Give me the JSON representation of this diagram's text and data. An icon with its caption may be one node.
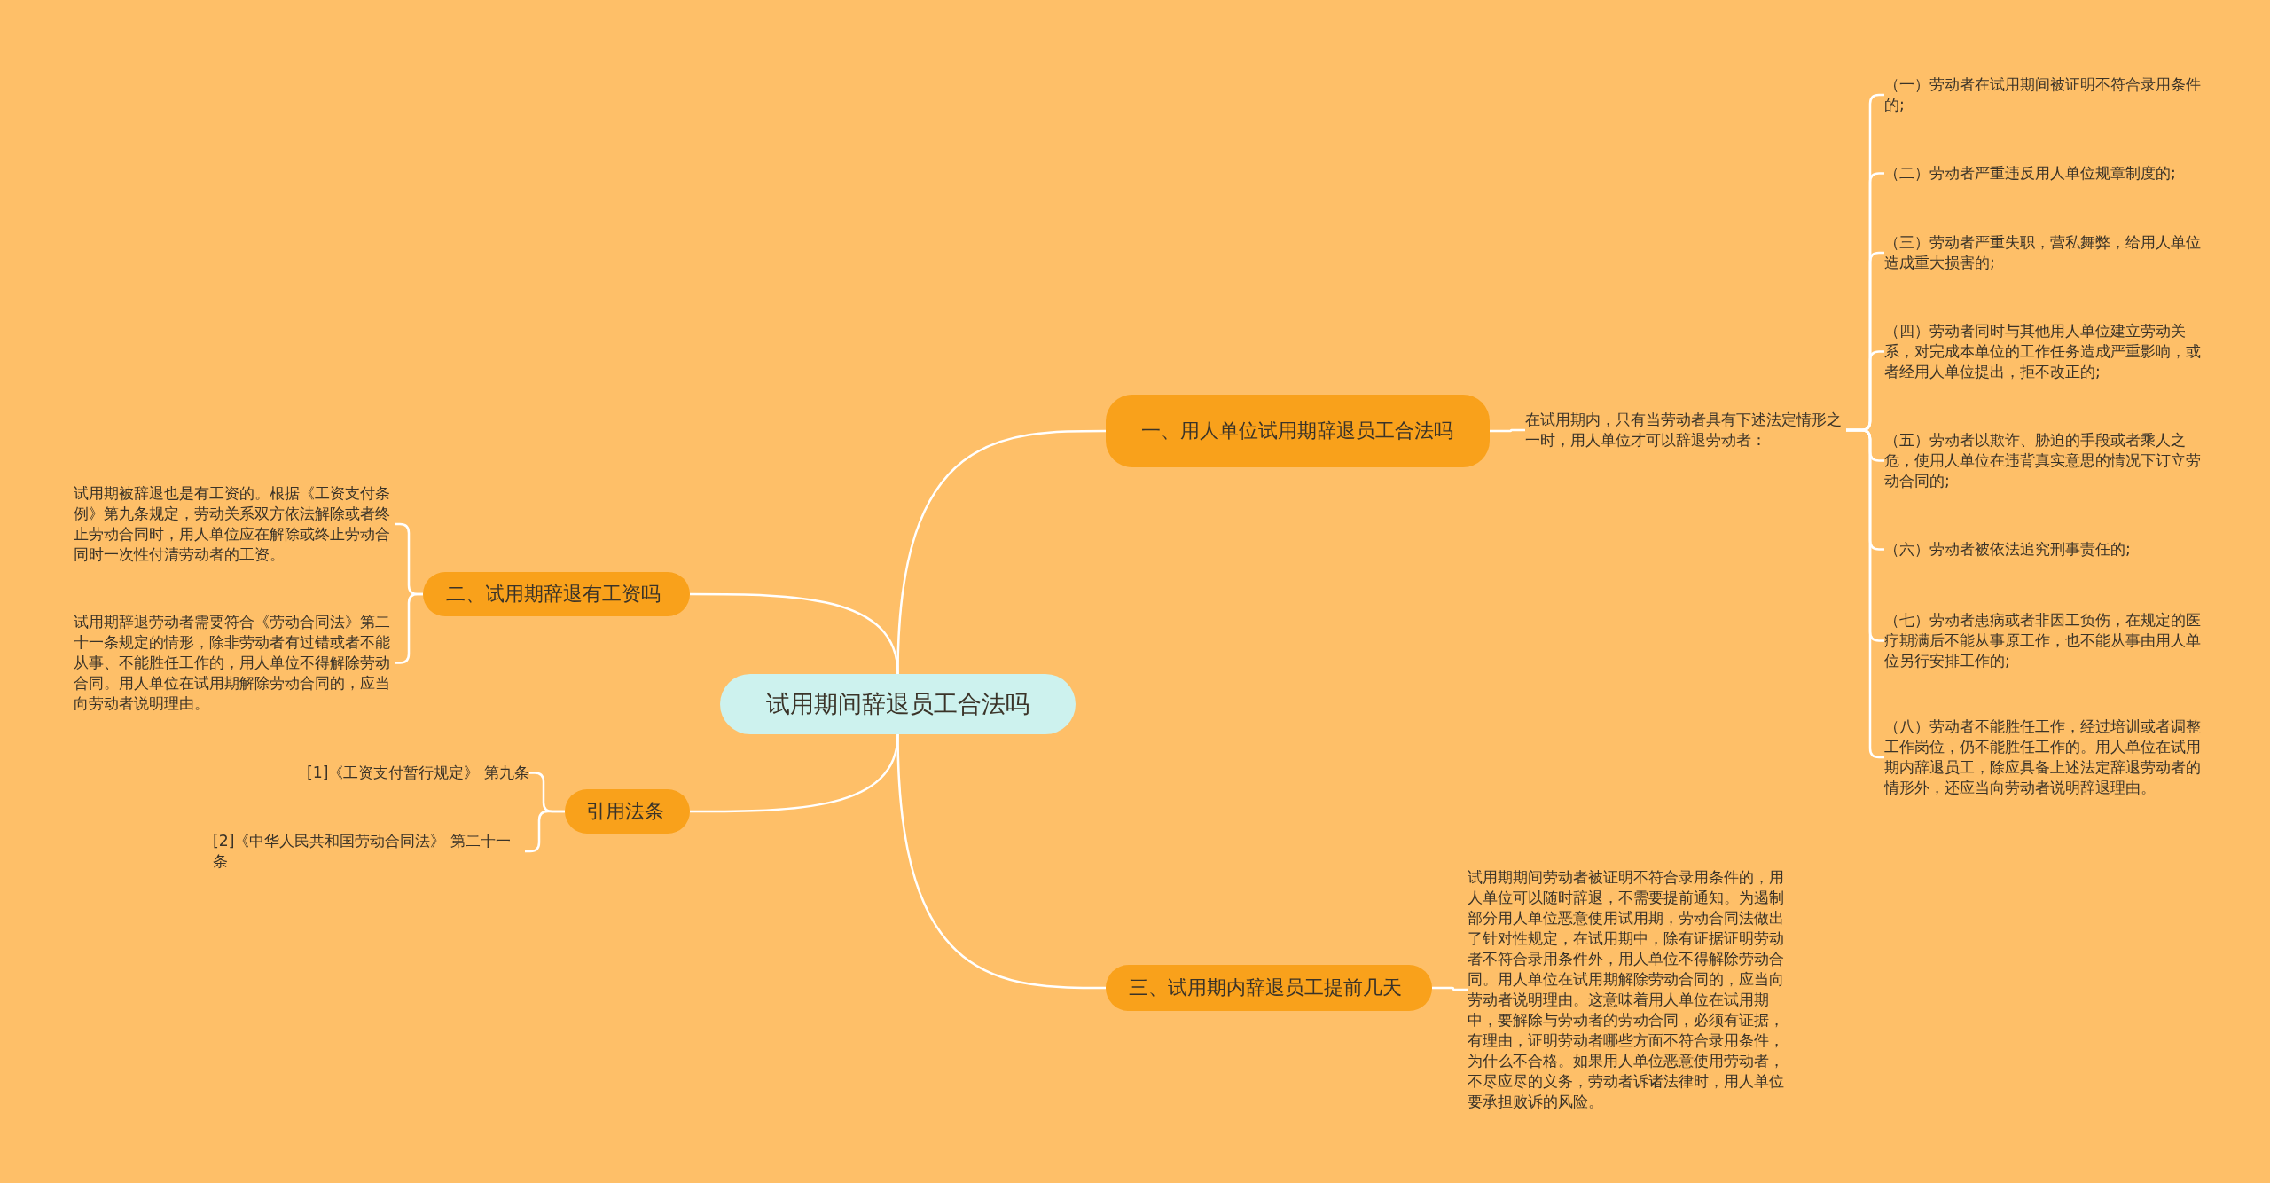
{
  "diagram": {
    "nodes": [
      {
        "text": [
          "试用期间辞退员工合法吗"
        ]
      },
      {
        "text": [
          "一、用人单位试用期辞退员工合法吗"
        ]
      },
      {
        "text": [
          "在试用期内，只有当劳动者具有下述法定情形之一时，用人单位才可以辞退劳动者："
        ]
      },
      {
        "text": [
          "（一）劳动者在试用期间被证明不符合录用条件的;"
        ]
      },
      {
        "text": [
          "（二）劳动者严重违反用人单位规章制度的;"
        ]
      },
      {
        "text": [
          "（三）劳动者严重失职，营私舞弊，给用人单位造成重大损害的;"
        ]
      },
      {
        "text": [
          "（四）劳动者同时与其他用人单位建立劳动关系，对完成本单位的工作任务造成严重影响，或者经用人单位提出，拒不改正的;"
        ]
      },
      {
        "text": [
          "（五）劳动者以欺诈、胁迫的手段或者乘人之危，使用人单位在违背真实意思的情况下订立劳动合同的;"
        ]
      },
      {
        "text": [
          "（六）劳动者被依法追究刑事责任的;"
        ]
      },
      {
        "text": [
          "（七）劳动者患病或者非因工负伤，在规定的医疗期满后不能从事原工作，也不能从事由用人单位另行安排工作的;"
        ]
      },
      {
        "text": [
          "（八）劳动者不能胜任工作，经过培训或者调整工作岗位，仍不能胜任工作的。用人单位在试用期内辞退员工，除应具备上述法定辞退劳动者的情形外，还应当向劳动者说明辞退理由。"
        ]
      },
      {
        "text": [
          "二、试用期辞退有工资吗"
        ]
      },
      {
        "text": [
          "试用期被辞退也是有工资的。根据《工资支付条例》第九条规定，劳动关系双方依法解除或者终止劳动合同时，用人单位应在解除或终止劳动合同时一次性付清劳动者的工资。"
        ]
      },
      {
        "text": [
          "试用期辞退劳动者需要符合《劳动合同法》第二十一条规定的情形，除非劳动者有过错或者不能从事、不能胜任工作的，用人单位不得解除劳动合同。用人单位在试用期解除劳动合同的，应当向劳动者说明理由。"
        ]
      },
      {
        "text": [
          "引用法条"
        ]
      },
      {
        "text": [
          "[1]《工资支付暂行规定》 第九条"
        ]
      },
      {
        "text": [
          "[2]《中华人民共和国劳动合同法》 第二十一条"
        ]
      },
      {
        "text": [
          "三、试用期内辞退员工提前几天"
        ]
      },
      {
        "text": [
          "试用期期间劳动者被证明不符合录用条件的，用人单位可以随时辞退，不需要提前通知。为遏制部分用人单位恶意使用试用期，劳动合同法做出了针对性规定，在试用期中，除有证据证明劳动者不符合录用条件外，用人单位不得解除劳动合同。用人单位在试用期解除劳动合同的，应当向劳动者说明理由。这意味着用人单位在试用期中，要解除与劳动者的劳动合同，必须有证据，有理由，证明劳动者哪些方面不符合录用条件，为什么不合格。如果用人单位恶意使用劳动者，不尽应尽的义务，劳动者诉诸法律时，用人单位要承担败诉的风险。"
        ]
      }
    ],
    "edges": [
      {
        "from": 0,
        "to": 1,
        "arrow": "none"
      },
      {
        "from": 1,
        "to": 2,
        "arrow": "none"
      },
      {
        "from": 2,
        "to": 3,
        "arrow": "none"
      },
      {
        "from": 2,
        "to": 4,
        "arrow": "none"
      },
      {
        "from": 2,
        "to": 5,
        "arrow": "none"
      },
      {
        "from": 2,
        "to": 6,
        "arrow": "none"
      },
      {
        "from": 2,
        "to": 7,
        "arrow": "none"
      },
      {
        "from": 2,
        "to": 8,
        "arrow": "none"
      },
      {
        "from": 2,
        "to": 9,
        "arrow": "none"
      },
      {
        "from": 2,
        "to": 10,
        "arrow": "none"
      },
      {
        "from": 0,
        "to": 11,
        "arrow": "none"
      },
      {
        "from": 11,
        "to": 12,
        "arrow": "none"
      },
      {
        "from": 11,
        "to": 13,
        "arrow": "none"
      },
      {
        "from": 0,
        "to": 14,
        "arrow": "none"
      },
      {
        "from": 14,
        "to": 15,
        "arrow": "none"
      },
      {
        "from": 14,
        "to": 16,
        "arrow": "none"
      },
      {
        "from": 0,
        "to": 17,
        "arrow": "none"
      },
      {
        "from": 17,
        "to": 18,
        "arrow": "none"
      }
    ]
  }
}
